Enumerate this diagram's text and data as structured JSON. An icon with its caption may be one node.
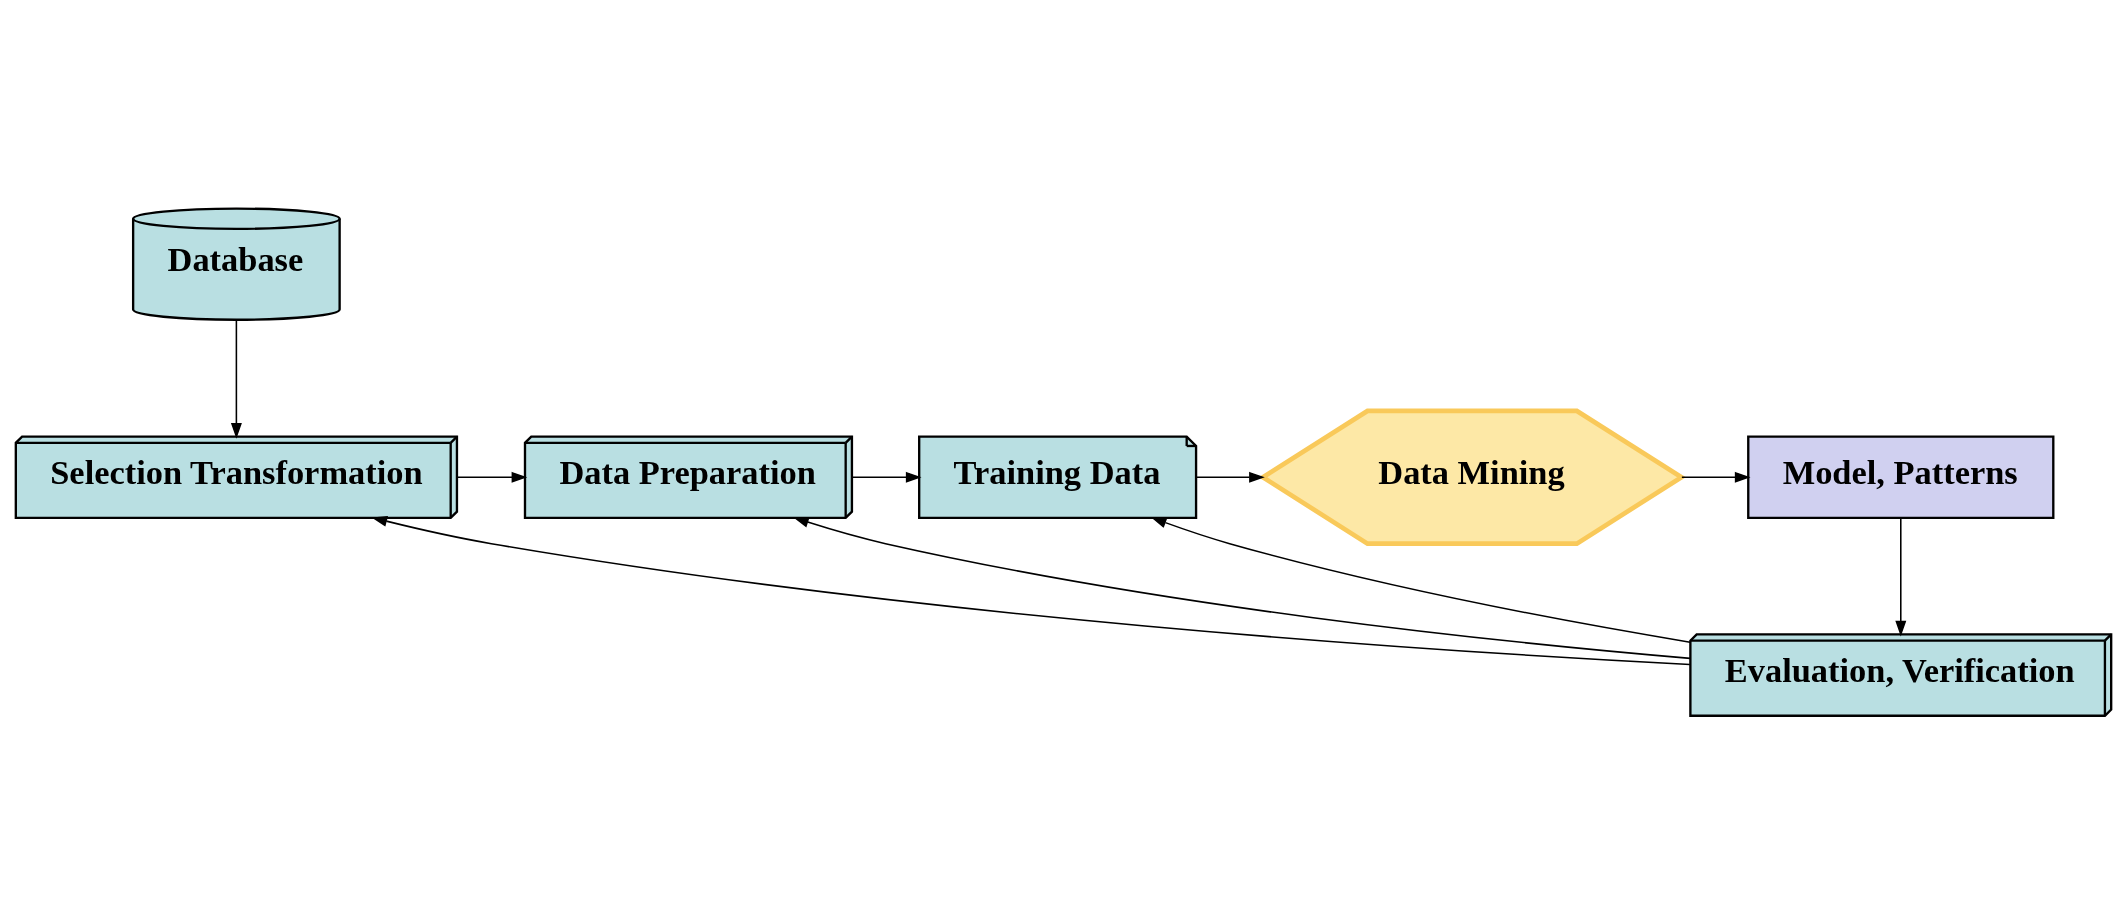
{
  "diagram": {
    "nodes": [
      {
        "text": [
          "Database"
        ]
      },
      {
        "text": [
          "Selection Transformation"
        ]
      },
      {
        "text": [
          "Data Preparation"
        ]
      },
      {
        "text": [
          "Training Data"
        ]
      },
      {
        "text": [
          "Data Mining"
        ]
      },
      {
        "text": [
          "Model, Patterns"
        ]
      },
      {
        "text": [
          "Evaluation, Verification"
        ]
      }
    ],
    "edges": [
      {
        "from": 0,
        "to": 1,
        "arrow": "to"
      },
      {
        "from": 1,
        "to": 2,
        "arrow": "to"
      },
      {
        "from": 2,
        "to": 3,
        "arrow": "to"
      },
      {
        "from": 3,
        "to": 4,
        "arrow": "to"
      },
      {
        "from": 4,
        "to": 5,
        "arrow": "to"
      },
      {
        "from": 5,
        "to": 6,
        "arrow": "to"
      },
      {
        "from": 6,
        "to": 1,
        "arrow": "to"
      },
      {
        "from": 6,
        "to": 2,
        "arrow": "to"
      },
      {
        "from": 6,
        "to": 3,
        "arrow": "to"
      }
    ]
  }
}
